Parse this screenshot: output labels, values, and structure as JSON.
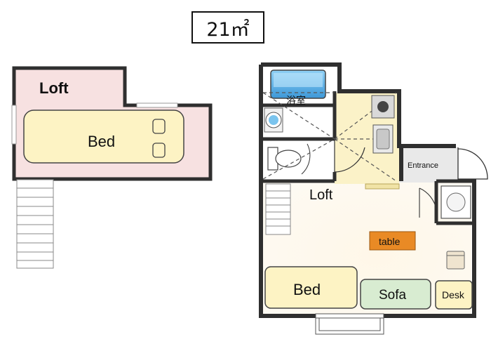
{
  "header": {
    "area": "21㎡"
  },
  "loft_plan": {
    "title": "Loft",
    "bed": "Bed"
  },
  "main_plan": {
    "bath": "浴室",
    "entrance": "Entrance",
    "loft": "Loft",
    "table": "table",
    "bed": "Bed",
    "sofa": "Sofa",
    "desk": "Desk"
  },
  "colors": {
    "wall": "#2f2f2f",
    "loft_floor": "#f7e1e1",
    "bed": "#fdf3c4",
    "table": "#e98a25",
    "sofa": "#d8ecd1",
    "bathtub": "#4aa7e0",
    "kitchen_floor": "#fbf2c8",
    "entrance_floor": "#e9e9e9"
  }
}
